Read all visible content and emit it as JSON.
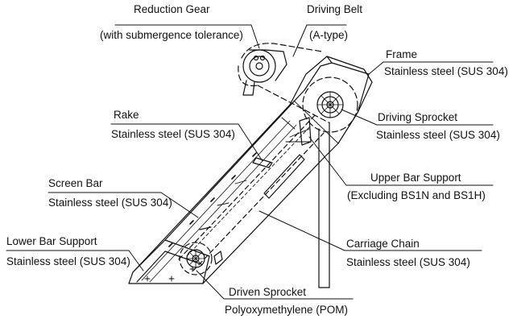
{
  "labels": {
    "reduction_gear": {
      "title": "Reduction Gear",
      "spec": "(with submergence tolerance)"
    },
    "driving_belt": {
      "title": "Driving Belt",
      "spec": "(A-type)"
    },
    "frame": {
      "title": "Frame",
      "spec": "Stainless steel (SUS 304)"
    },
    "rake": {
      "title": "Rake",
      "spec": "Stainless steel (SUS 304)"
    },
    "driving_sprocket": {
      "title": "Driving Sprocket",
      "spec": "Stainless steel (SUS 304)"
    },
    "upper_bar_support": {
      "title": "Upper Bar Support",
      "spec": "(Excluding BS1N and BS1H)"
    },
    "screen_bar": {
      "title": "Screen Bar",
      "spec": "Stainless steel (SUS 304)"
    },
    "lower_bar_support": {
      "title": "Lower Bar Support",
      "spec": "Stainless steel (SUS 304)"
    },
    "carriage_chain": {
      "title": "Carriage Chain",
      "spec": "Stainless steel (SUS 304)"
    },
    "driven_sprocket": {
      "title": "Driven Sprocket",
      "spec": "Polyoxymethylene (POM)"
    }
  }
}
